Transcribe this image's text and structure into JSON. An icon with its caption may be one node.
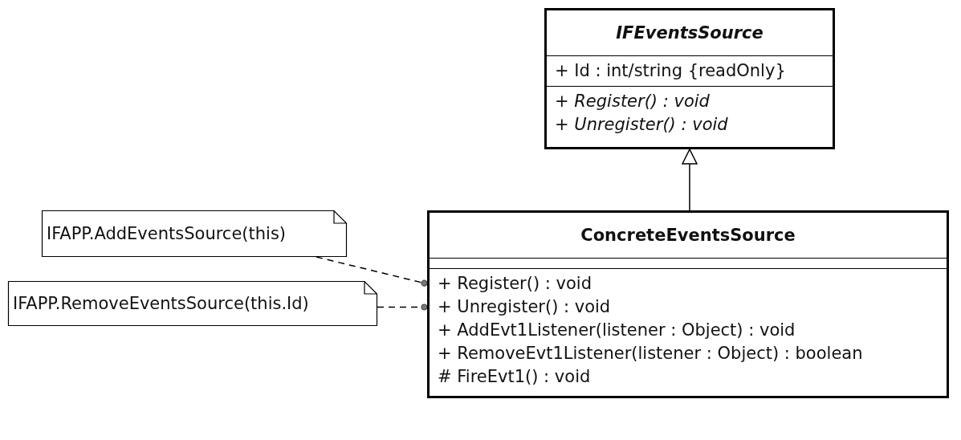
{
  "diagram": {
    "nodes": [
      {
        "text": [
          "IFEventsSource",
          "+ Id : int/string {readOnly}",
          "+ Register() : void",
          "+ Unregister() : void"
        ]
      },
      {
        "text": [
          "ConcreteEventsSource",
          "+ Register() : void",
          "+ Unregister() : void",
          "+ AddEvt1Listener(listener : Object) : void",
          "+ RemoveEvt1Listener(listener : Object) : boolean",
          "# FireEvt1() : void"
        ]
      },
      {
        "text": [
          "IFAPP.AddEventsSource(this)"
        ]
      },
      {
        "text": [
          "IFAPP.RemoveEventsSource(this.Id)"
        ]
      }
    ],
    "edges": [
      {
        "from": 1,
        "to": 0,
        "arrow": "to"
      },
      {
        "from": 2,
        "to": 1,
        "arrow": "other",
        "style": "dashed"
      },
      {
        "from": 3,
        "to": 1,
        "arrow": "other",
        "style": "dashed"
      }
    ]
  }
}
